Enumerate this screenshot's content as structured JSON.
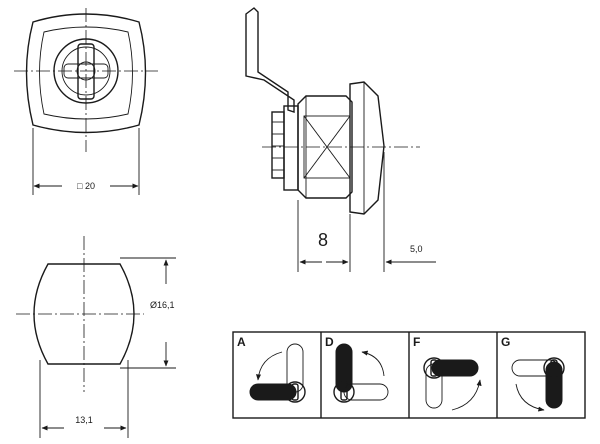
{
  "dimensions": {
    "front_width": "□ 20",
    "cam_length": "8",
    "flange_offset": "5,0",
    "cutout_height": "Ø16,1",
    "cutout_width": "13,1"
  },
  "positions": [
    {
      "letter": "A"
    },
    {
      "letter": "D"
    },
    {
      "letter": "F"
    },
    {
      "letter": "G"
    }
  ]
}
